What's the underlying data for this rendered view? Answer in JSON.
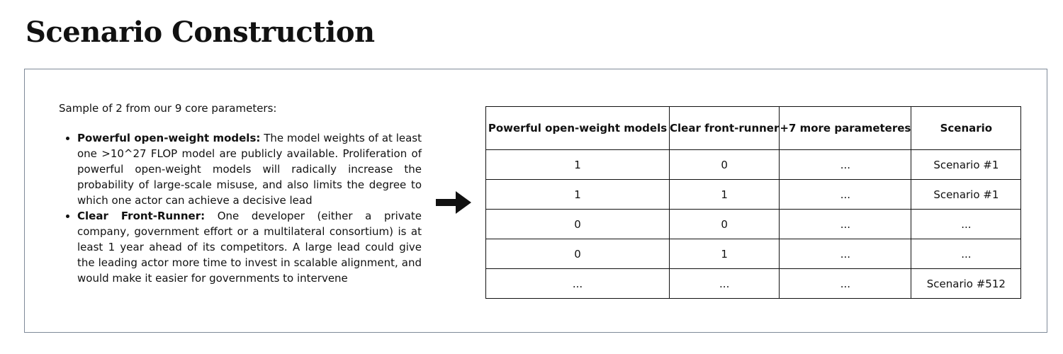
{
  "title": "Scenario Construction",
  "intro": "Sample of 2 from our 9 core parameters:",
  "parameters": [
    {
      "name": "Powerful open-weight models:",
      "description": "The model weights of at least one >10^27 FLOP model are publicly available. Proliferation of powerful open-weight models will radically increase the probability of large-scale misuse, and also limits the degree to which one actor can achieve a decisive lead"
    },
    {
      "name": "Clear Front-Runner:",
      "description": "One developer (either a private company, government effort or a multilateral consortium) is at least 1 year ahead of its competitors. A large lead could give the leading actor more time to invest in scalable alignment, and would make it easier for governments to intervene"
    }
  ],
  "arrow_icon": "right-arrow-icon",
  "table": {
    "headers": [
      "Powerful open-weight models",
      "Clear front-runner",
      "+7 more parameteres",
      "Scenario"
    ],
    "rows": [
      [
        "1",
        "0",
        "...",
        "Scenario #1"
      ],
      [
        "1",
        "1",
        "...",
        "Scenario #1"
      ],
      [
        "0",
        "0",
        "...",
        "..."
      ],
      [
        "0",
        "1",
        "...",
        "..."
      ],
      [
        "...",
        "...",
        "...",
        "Scenario #512"
      ]
    ]
  },
  "colors": {
    "text": "#111111",
    "panel_border": "#7f8a99",
    "background": "#ffffff"
  }
}
